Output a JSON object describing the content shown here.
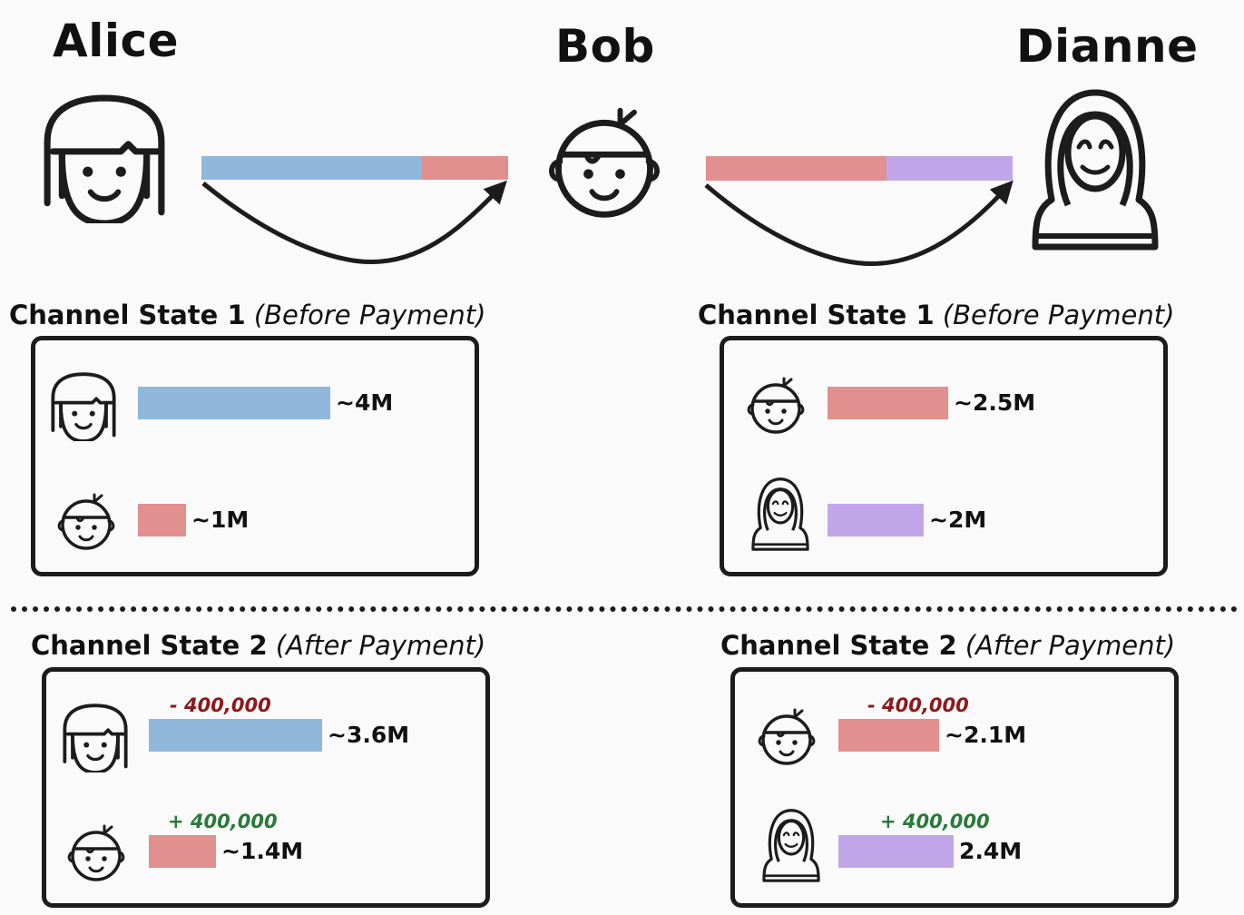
{
  "participants": {
    "alice": "Alice",
    "bob": "Bob",
    "dianne": "Dianne"
  },
  "colors": {
    "alice": "#8fb8da",
    "bob": "#e18f8f",
    "dianne": "#c0a6e8",
    "decrease": "#8b1a1a",
    "increase": "#2a7a3a",
    "ink": "#1c1c1c"
  },
  "top_channels": {
    "alice_bob": {
      "alice_share": 0.72,
      "bob_share": 0.28
    },
    "bob_dianne": {
      "bob_share": 0.59,
      "dianne_share": 0.41
    }
  },
  "state1": {
    "left": {
      "title_bold": "Channel State 1",
      "title_note": "(Before Payment)",
      "alice": {
        "label": "~4M",
        "value": 4000000
      },
      "bob": {
        "label": "~1M",
        "value": 1000000
      }
    },
    "right": {
      "title_bold": "Channel State 1",
      "title_note": "(Before Payment)",
      "bob": {
        "label": "~2.5M",
        "value": 2500000
      },
      "dianne": {
        "label": "~2M",
        "value": 2000000
      }
    }
  },
  "state2": {
    "left": {
      "title_bold": "Channel State 2",
      "title_note": "(After Payment)",
      "alice": {
        "label": "~3.6M",
        "value": 3600000,
        "delta": "- 400,000"
      },
      "bob": {
        "label": "~1.4M",
        "value": 1400000,
        "delta": "+ 400,000"
      }
    },
    "right": {
      "title_bold": "Channel State 2",
      "title_note": "(After Payment)",
      "bob": {
        "label": "~2.1M",
        "value": 2100000,
        "delta": "- 400,000"
      },
      "dianne": {
        "label": "2.4M",
        "value": 2400000,
        "delta": "+ 400,000"
      }
    }
  }
}
